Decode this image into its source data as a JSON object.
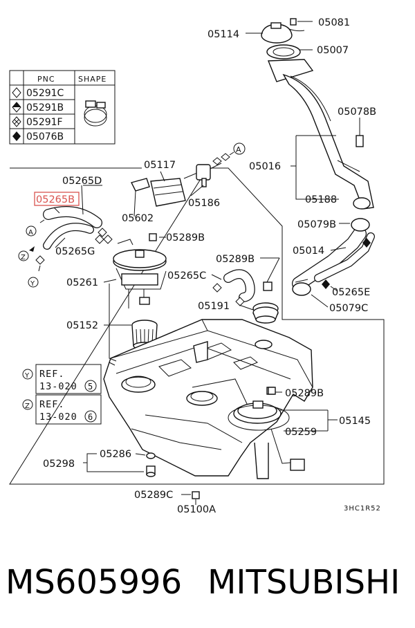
{
  "legend": {
    "headers": {
      "pnc": "PNC",
      "shape": "SHAPE"
    },
    "rows": [
      {
        "symbol": "hollow-diamond",
        "code": "05291C"
      },
      {
        "symbol": "half-diamond",
        "code": "05291B"
      },
      {
        "symbol": "cross-diamond",
        "code": "05291F"
      },
      {
        "symbol": "solid-diamond",
        "code": "05076B"
      }
    ]
  },
  "refs": [
    {
      "circle": "Y",
      "line1": "REF.",
      "line2": "13-020",
      "num": "5"
    },
    {
      "circle": "Z",
      "line1": "REF.",
      "line2": "13-020",
      "num": "6"
    }
  ],
  "markers": {
    "a1": "A",
    "a2": "A",
    "z": "Z",
    "y": "Y"
  },
  "labels": {
    "p05114": "05114",
    "p05081": "05081",
    "p05007": "05007",
    "p05078B": "05078B",
    "p05016": "05016",
    "p05188": "05188",
    "p05079B": "05079B",
    "p05014": "05014",
    "p05265E": "05265E",
    "p05079C": "05079C",
    "p05117": "05117",
    "p05186": "05186",
    "p05602": "05602",
    "p05265D": "05265D",
    "p05265B": "05265B",
    "p05265G": "05265G",
    "p05289B_a": "05289B",
    "p05289B_b": "05289B",
    "p05265C": "05265C",
    "p05261": "05261",
    "p05191": "05191",
    "p05152": "05152",
    "p05289B_c": "05289B",
    "p05145": "05145",
    "p05259": "05259",
    "p05286": "05286",
    "p05298": "05298",
    "p05289C": "05289C",
    "p05100A": "05100A",
    "code": "3HC1R52"
  },
  "highlight": {
    "color": "#d9534f"
  },
  "footer": {
    "part_number": "MS605996",
    "brand": "MITSUBISHI"
  }
}
